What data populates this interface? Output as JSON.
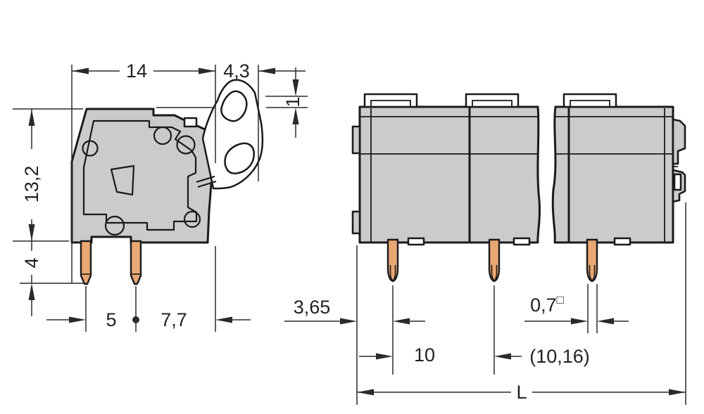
{
  "drawing_title": "terminal-block-dimension-drawing",
  "side_view": {
    "dims": {
      "total_width": "14",
      "lever_width": "4,3",
      "lever_step": "1",
      "height": "13,2",
      "pin_length": "4",
      "pin_spacing": "5",
      "pin_to_edge": "7,7"
    }
  },
  "front_view": {
    "dims": {
      "first_pin_offset": "3,65",
      "pitch": "10",
      "pitch_alt": "(10,16)",
      "pin_cross_section": "0,7",
      "pin_cross_section_symbol": "□",
      "total_length": "L"
    }
  },
  "colors": {
    "housing": "#cacbcd",
    "pin": "#e9a772",
    "outline": "#1a1a1c",
    "dimension": "#2a2a2a",
    "background": "#ffffff"
  }
}
